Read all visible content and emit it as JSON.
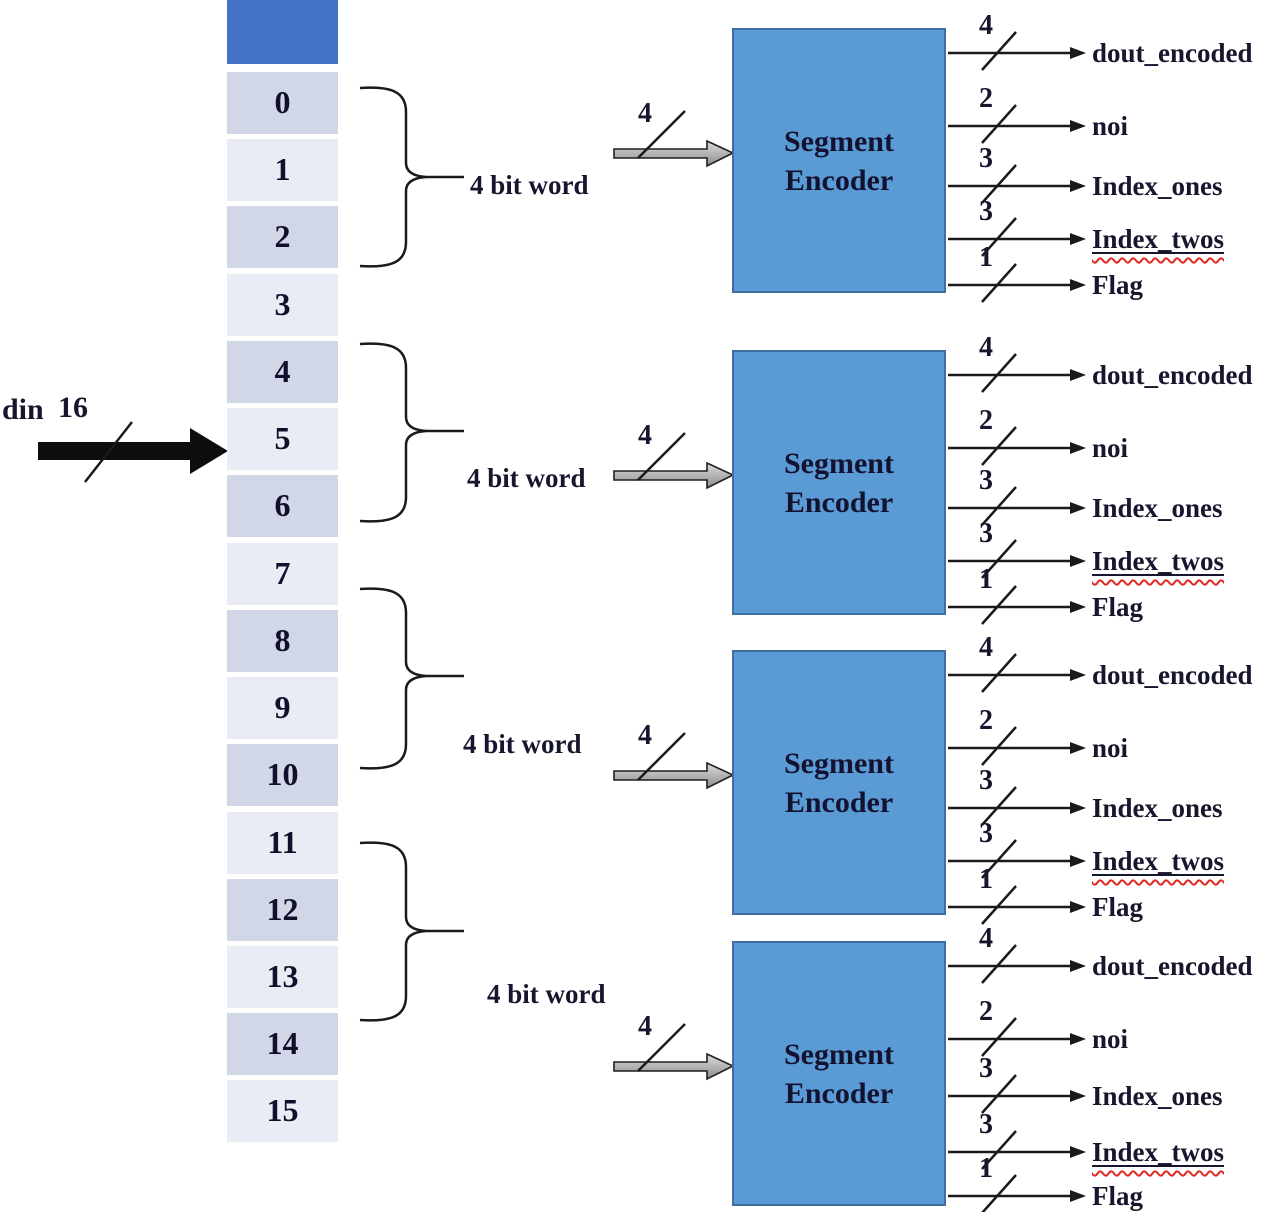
{
  "diagram_title": "16-bit input split into four 4-bit words feeding Segment Encoders",
  "din": {
    "label": "din",
    "bus_width": "16"
  },
  "register": {
    "header": "",
    "cells": [
      "0",
      "1",
      "2",
      "3",
      "4",
      "5",
      "6",
      "7",
      "8",
      "9",
      "10",
      "11",
      "12",
      "13",
      "14",
      "15"
    ]
  },
  "word_groups": [
    {
      "label": "4 bit word"
    },
    {
      "label": "4 bit word"
    },
    {
      "label": "4 bit word"
    },
    {
      "label": "4 bit word"
    }
  ],
  "encoders": [
    {
      "title_line1": "Segment",
      "title_line2": "Encoder",
      "input_width": "4",
      "outputs": [
        {
          "width": "4",
          "label": "dout_encoded"
        },
        {
          "width": "2",
          "label": "noi"
        },
        {
          "width": "3",
          "label": "Index_ones"
        },
        {
          "width": "3",
          "label": "Index_twos"
        },
        {
          "width": "1",
          "label": "Flag"
        }
      ]
    },
    {
      "title_line1": "Segment",
      "title_line2": "Encoder",
      "input_width": "4",
      "outputs": [
        {
          "width": "4",
          "label": "dout_encoded"
        },
        {
          "width": "2",
          "label": "noi"
        },
        {
          "width": "3",
          "label": "Index_ones"
        },
        {
          "width": "3",
          "label": "Index_twos"
        },
        {
          "width": "1",
          "label": "Flag"
        }
      ]
    },
    {
      "title_line1": "Segment",
      "title_line2": "Encoder",
      "input_width": "4",
      "outputs": [
        {
          "width": "4",
          "label": "dout_encoded"
        },
        {
          "width": "2",
          "label": "noi"
        },
        {
          "width": "3",
          "label": "Index_ones"
        },
        {
          "width": "3",
          "label": "Index_twos"
        },
        {
          "width": "1",
          "label": "Flag"
        }
      ]
    },
    {
      "title_line1": "Segment",
      "title_line2": "Encoder",
      "input_width": "4",
      "outputs": [
        {
          "width": "4",
          "label": "dout_encoded"
        },
        {
          "width": "2",
          "label": "noi"
        },
        {
          "width": "3",
          "label": "Index_ones"
        },
        {
          "width": "3",
          "label": "Index_twos"
        },
        {
          "width": "1",
          "label": "Flag"
        }
      ]
    }
  ],
  "colors": {
    "register_header": "#4472c4",
    "register_cell_dark": "#d2d7e7",
    "register_cell_light": "#eaecf5",
    "encoder_fill": "#5b9bd5",
    "encoder_border": "#3f6fa0",
    "text": "#16162e",
    "spellcheck_squiggle": "#df2a24"
  }
}
